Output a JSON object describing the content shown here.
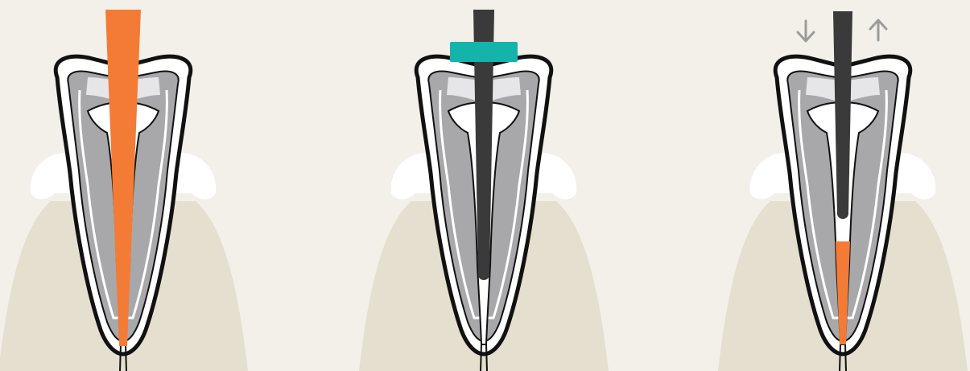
{
  "diagram": {
    "panels": [
      {
        "id": "panel-1",
        "instrument": "gutta-percha-cone",
        "instrument_color": "#f47b36",
        "step": 1
      },
      {
        "id": "panel-2",
        "instrument": "plugger-with-stopper",
        "instrument_color": "#3a3a3a",
        "stopper_color": "#14b4ab",
        "step": 2
      },
      {
        "id": "panel-3",
        "instrument": "plugger-downpack",
        "instrument_color": "#3a3a3a",
        "filling_color": "#f47b36",
        "step": 3,
        "motion_icons": [
          "arrow-down-icon",
          "arrow-up-icon"
        ]
      }
    ],
    "colors": {
      "background": "#f2f0e9",
      "bone": "#e5dfcf",
      "gum": "#ffffff",
      "enamel_outline": "#111111",
      "dentin": "#a8a8aa",
      "enamel": "#e6e6e8",
      "pulp": "#ffffff",
      "arrow": "#9b9b9b"
    }
  }
}
